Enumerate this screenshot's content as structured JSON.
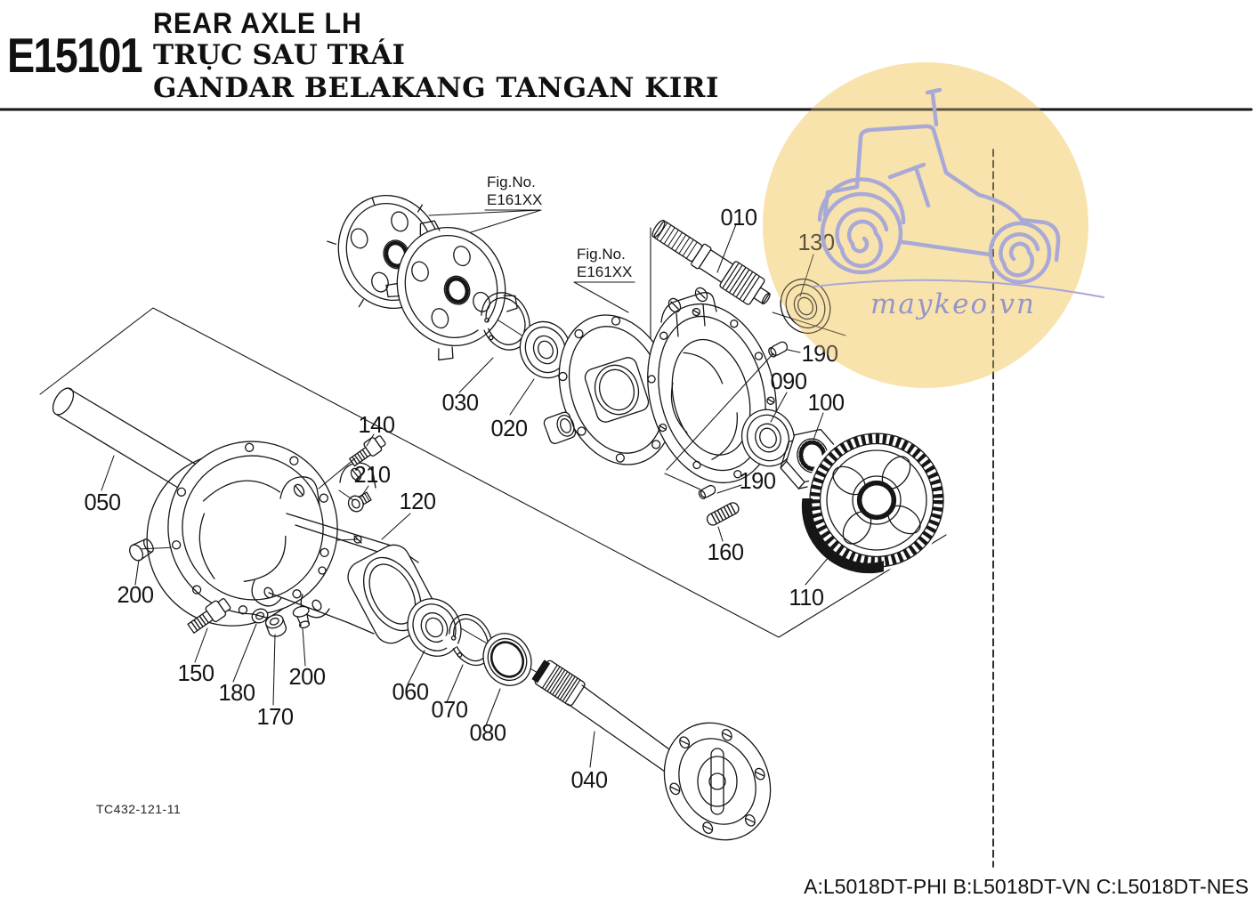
{
  "header": {
    "code": "E15101",
    "title_en": "REAR AXLE LH",
    "title_vi": "TRỤC SAU TRÁI",
    "title_id": "GANDAR BELAKANG TANGAN KIRI"
  },
  "figure": {
    "fig_refs": [
      {
        "line1": "Fig.No.",
        "line2": "E161XX"
      },
      {
        "line1": "Fig.No.",
        "line2": "E161XX"
      }
    ],
    "callouts": [
      {
        "label": "010"
      },
      {
        "label": "020"
      },
      {
        "label": "030"
      },
      {
        "label": "040"
      },
      {
        "label": "050"
      },
      {
        "label": "060"
      },
      {
        "label": "070"
      },
      {
        "label": "080"
      },
      {
        "label": "090"
      },
      {
        "label": "100"
      },
      {
        "label": "110"
      },
      {
        "label": "120"
      },
      {
        "label": "130"
      },
      {
        "label": "140"
      },
      {
        "label": "150"
      },
      {
        "label": "160"
      },
      {
        "label": "170"
      },
      {
        "label": "180"
      },
      {
        "label": "190"
      },
      {
        "label": "190"
      },
      {
        "label": "200"
      },
      {
        "label": "200"
      },
      {
        "label": "210"
      }
    ],
    "drawing_code": "TC432-121-11"
  },
  "watermark": {
    "text": "maykeo.vn",
    "circle_color": "#FAE3AC",
    "tractor_color": "#A9A9D8",
    "text_color": "#9595CB"
  },
  "footer": {
    "models": "A:L5018DT-PHI B:L5018DT-VN C:L5018DT-NES"
  }
}
